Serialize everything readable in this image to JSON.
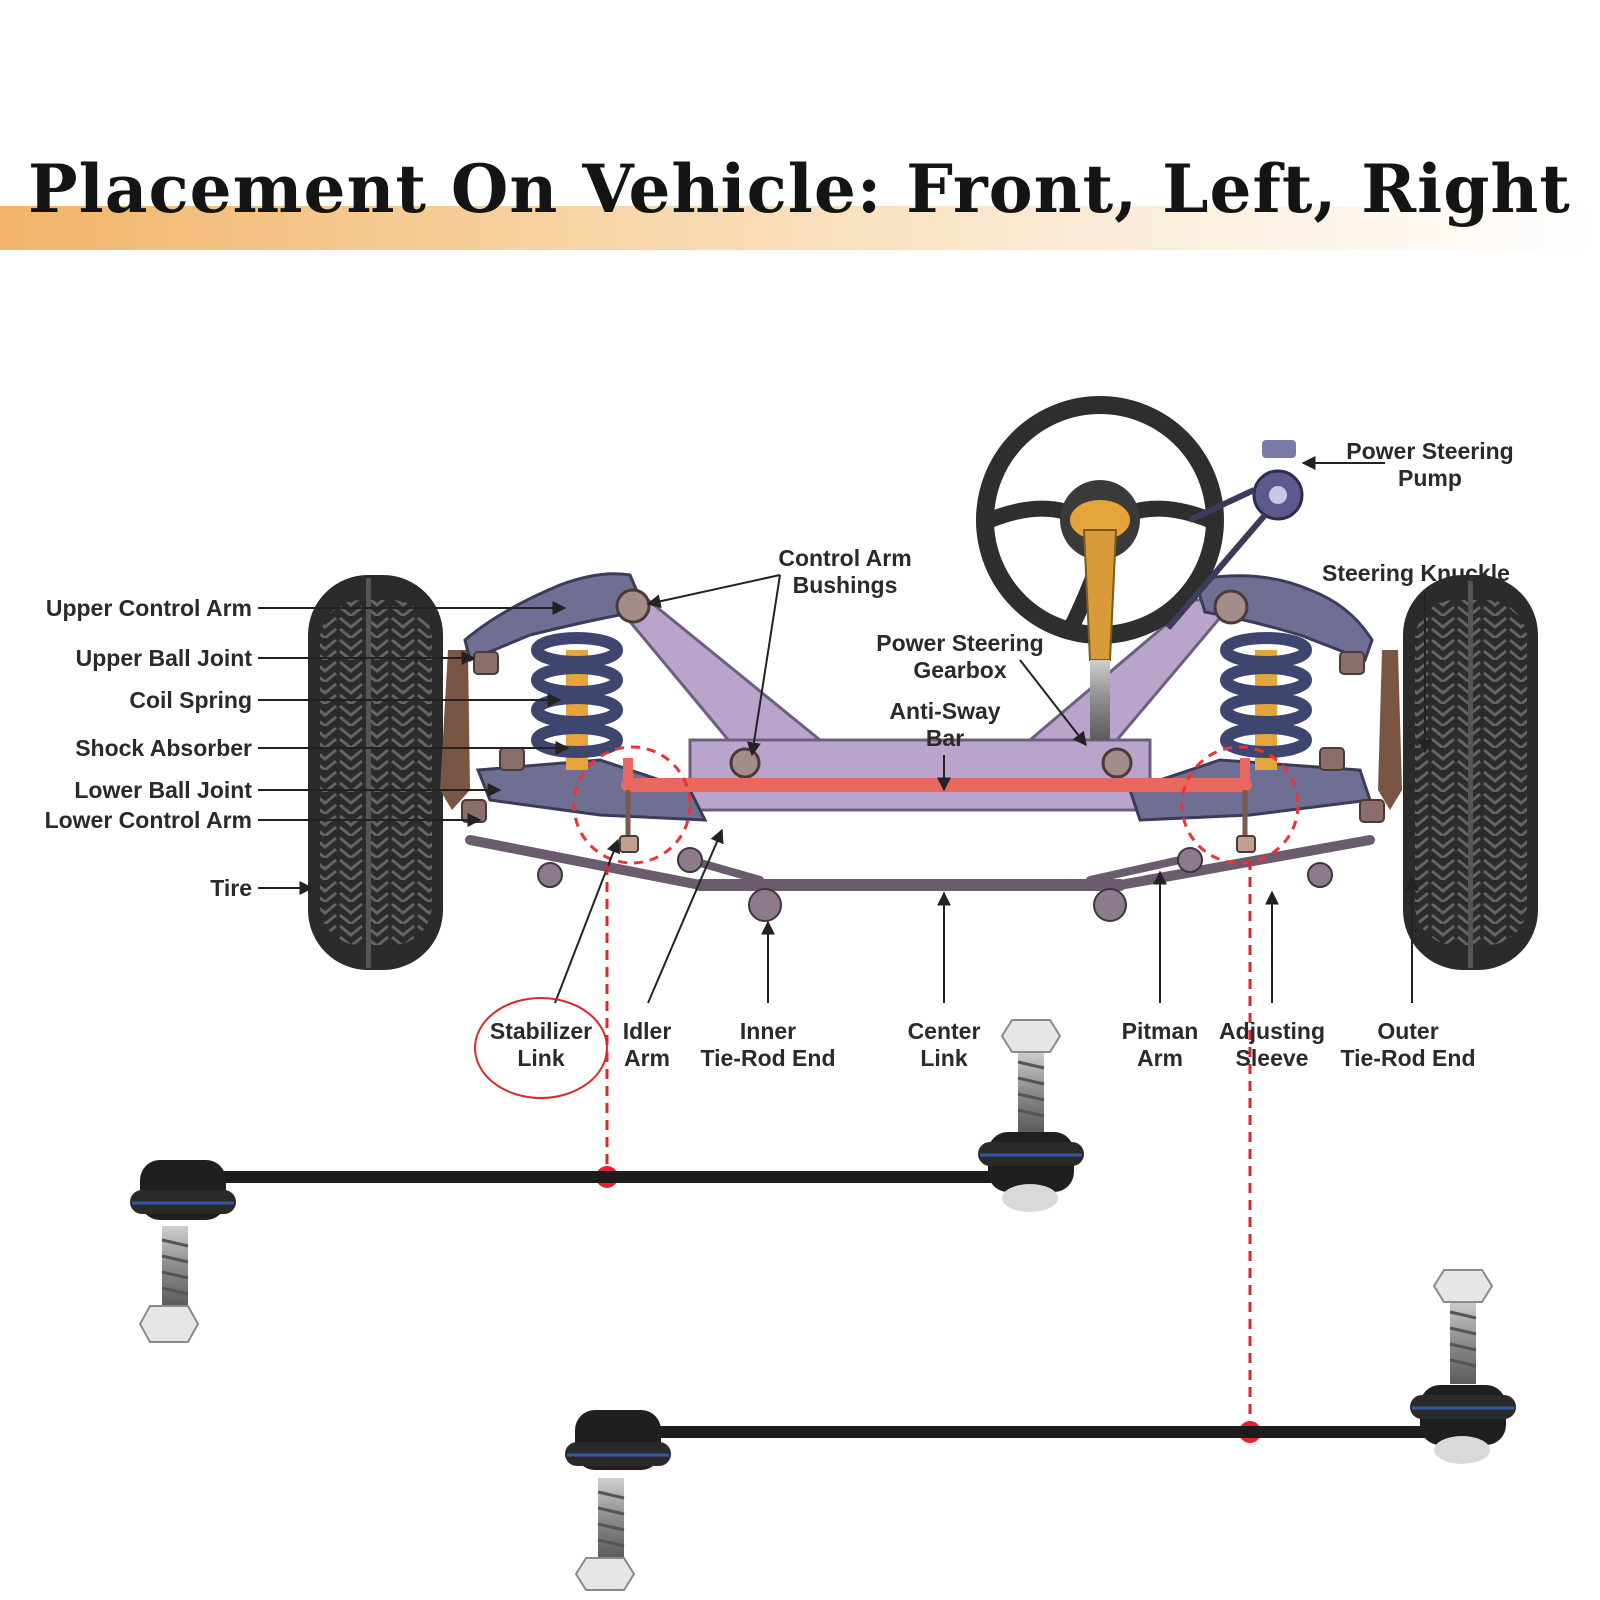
{
  "title": "Placement On Vehicle: Front, Left, Right",
  "colors": {
    "accent": "#e8343a",
    "frame": "#b9a5cb",
    "arm": "#6f6f94",
    "spring": "#3e4670",
    "shock": "#e5a53a",
    "tire": "#2b2b2b",
    "title_band": "#f2b46a"
  },
  "labels": {
    "upper_control_arm": "Upper Control Arm",
    "upper_ball_joint": "Upper Ball Joint",
    "coil_spring": "Coil Spring",
    "shock_absorber": "Shock Absorber",
    "lower_ball_joint": "Lower Ball Joint",
    "lower_control_arm": "Lower Control Arm",
    "tire": "Tire",
    "control_arm_bushings": [
      "Control Arm",
      "Bushings"
    ],
    "power_steering_gearbox": [
      "Power Steering",
      "Gearbox"
    ],
    "anti_sway_bar": [
      "Anti-Sway",
      "Bar"
    ],
    "power_steering_pump": [
      "Power Steering",
      "Pump"
    ],
    "steering_knuckle": "Steering Knuckle",
    "stabilizer_link": [
      "Stabilizer",
      "Link"
    ],
    "idler_arm": [
      "Idler",
      "Arm"
    ],
    "inner_tie_rod_end": [
      "Inner",
      "Tie-Rod End"
    ],
    "center_link": [
      "Center",
      "Link"
    ],
    "pitman_arm": [
      "Pitman",
      "Arm"
    ],
    "adjusting_sleeve": [
      "Adjusting",
      "Sleeve"
    ],
    "outer_tie_rod_end": [
      "Outer",
      "Tie-Rod End"
    ]
  }
}
